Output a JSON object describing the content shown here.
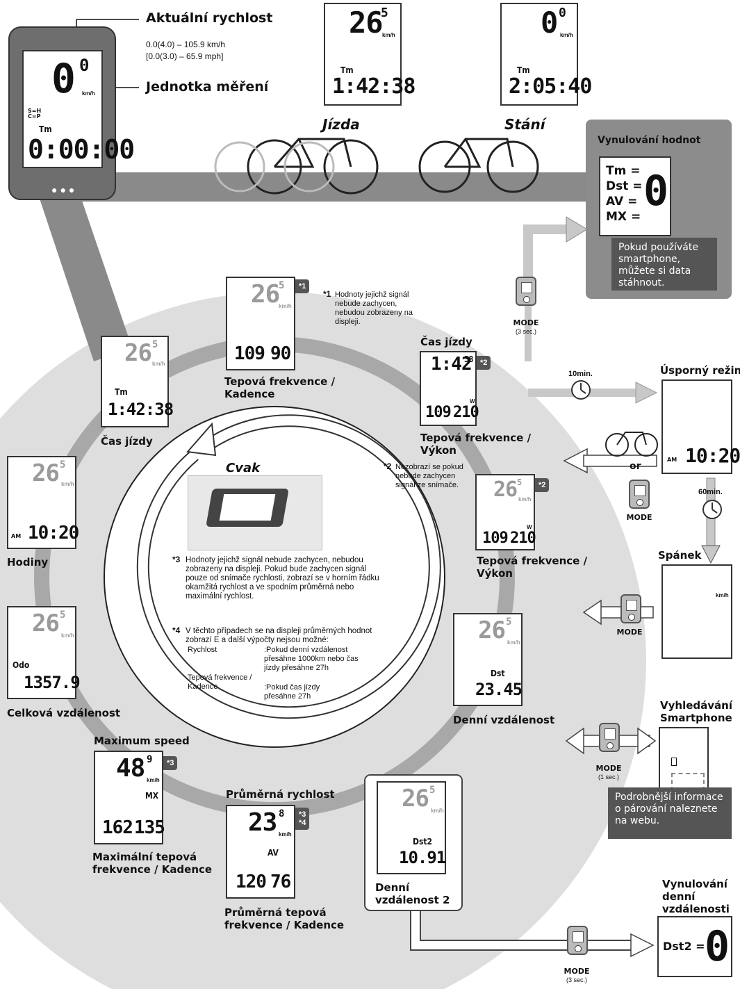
{
  "device": {
    "speed_label": "Aktuální rychlost",
    "range_kmh": "0.0(4.0) – 105.9 km/h",
    "range_mph": "[0.0(3.0) – 65.9 mph]",
    "unit_label": "Jednotka měření",
    "speed_value": "0",
    "speed_decimal": "0",
    "unit": "km/h",
    "sub_icon": "S=H C=P",
    "mode": "Tm",
    "time_value": "0:00:00"
  },
  "riding": {
    "label": "Jízda",
    "speed": "26",
    "decimal": "5",
    "unit": "km/h",
    "mode": "Tm",
    "time": "1:42:38"
  },
  "stopping": {
    "label": "Stání",
    "speed": "0",
    "decimal": "0",
    "unit": "km/h",
    "mode": "Tm",
    "time": "2:05:40"
  },
  "reset_panel": {
    "title": "Vynulování hodnot",
    "rows": [
      "Tm",
      "Dst",
      "AV",
      "MX"
    ],
    "eq": "=",
    "zero": "0",
    "note": "Pokud používáte smartphone, můžete si data stáhnout."
  },
  "mode_buttons": {
    "label": "MODE",
    "sec3": "(3 sec.)",
    "sec1": "(1 sec.)"
  },
  "screens": {
    "hr_cad": {
      "badge": "*1",
      "speed": "26",
      "dec": "5",
      "unit": "km/h",
      "hr": "109",
      "cad": "90",
      "label": "Tepová frekvence / Kadence"
    },
    "ride_time_top": {
      "speed": "26",
      "dec": "5",
      "unit": "km/h",
      "mode": "Tm",
      "time": "1:42:38",
      "label": "Čas jízdy"
    },
    "ride_time_right": {
      "title": "Čas jízdy",
      "badge": "*2",
      "time": "1:42",
      "sec": "38",
      "hr": "109",
      "power": "210",
      "w": "W",
      "label": "Tepová frekvence / Výkon"
    },
    "hr_power": {
      "badge": "*2",
      "speed": "26",
      "dec": "5",
      "unit": "km/h",
      "hr": "109",
      "power": "210",
      "w": "W",
      "label": "Tepová frekvence / Výkon"
    },
    "clock": {
      "speed": "26",
      "dec": "5",
      "unit": "km/h",
      "am": "AM",
      "time": "10:20",
      "label": "Hodiny"
    },
    "odo": {
      "speed": "26",
      "dec": "5",
      "unit": "km/h",
      "mode": "Odo",
      "value": "1357.9",
      "label": "Celková vzdálenost"
    },
    "dst": {
      "speed": "26",
      "dec": "5",
      "unit": "km/h",
      "mode": "Dst",
      "value": "23.45",
      "label": "Denní vzdálenost"
    },
    "max": {
      "title": "Maximum speed",
      "badge": "*3",
      "speed": "48",
      "dec": "9",
      "unit": "km/h",
      "mx": "MX",
      "hr": "162",
      "cad": "135",
      "label": "Maximální tepová frekvence / Kadence"
    },
    "avg": {
      "title": "Průměrná rychlost",
      "badge": "*3\n*4",
      "speed": "23",
      "dec": "8",
      "unit": "km/h",
      "av": "AV",
      "hr": "120",
      "cad": "76",
      "label": "Průměrná tepová frekvence / Kadence"
    },
    "dst2": {
      "speed": "26",
      "dec": "5",
      "unit": "km/h",
      "mode": "Dst2",
      "value": "10.91",
      "label": "Denní vzdálenost 2"
    }
  },
  "notes": {
    "n1_mark": "*1",
    "n1": "Hodnoty jejichž signál nebude zachycen, nebudou zobrazeny na displeji.",
    "n2_mark": "*2",
    "n2": "Nezobrazí se pokud nebude zachycen signál ze snímače.",
    "n3_mark": "*3",
    "n3": "Hodnoty jejichž signál nebude zachycen, nebudou zobrazeny na displeji. Pokud bude zachycen signál pouze od snímače rychlosti, zobrazí se v horním řádku okamžitá rychlost a ve spodním průměrná nebo maximální rychlost.",
    "n4_mark": "*4",
    "n4_intro": "V těchto případech se na displeji průměrných hodnot zobrazí E a další výpočty nejsou možné:",
    "n4_speed": "Rychlost",
    "n4_speed_text": ":Pokud denní vzdálenost přesáhne 1000km nebo čas jízdy přesáhne 27h",
    "n4_hr": "Tepová frekvence / Kadence",
    "n4_hr_text": ":Pokud čas jízdy přesáhne 27h"
  },
  "center": {
    "click": "Cvak"
  },
  "right_flow": {
    "t10": "10min.",
    "power_save": "Úsporný režim",
    "ps_am": "AM",
    "ps_time": "10:20",
    "or": "or",
    "t60": "60min.",
    "sleep": "Spánek",
    "sleep_unit": "km/h",
    "search": "Vyhledávání Smartphone",
    "search_note": "Podrobnější informace o párování naleznete na webu.",
    "reset_dst2_title": "Vynulování denní vzdálenosti 2",
    "reset_dst2_label": "Dst2 =",
    "reset_dst2_zero": "0"
  },
  "colors": {
    "panel": "#8c8c8c",
    "band": "#8a8a8a",
    "circle_bg": "#dedede",
    "ring": "#a8a8a8",
    "dark": "#555555"
  }
}
